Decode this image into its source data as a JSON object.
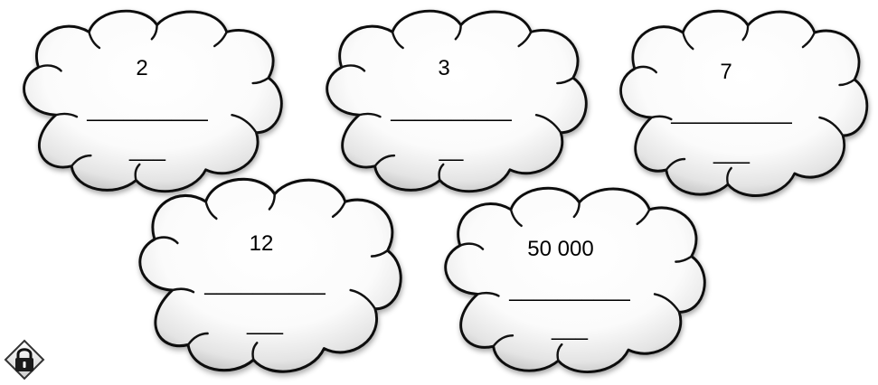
{
  "clouds": [
    {
      "number": "2",
      "line1": "__________",
      "line2": "___"
    },
    {
      "number": "3",
      "line1": "__________",
      "line2": "__"
    },
    {
      "number": "7",
      "line1": "__________",
      "line2": "___"
    },
    {
      "number": "12",
      "line1": "__________",
      "line2": "___"
    },
    {
      "number": "50 000",
      "line1": "__________",
      "line2": "___"
    }
  ],
  "lock_icon": "lock-icon"
}
